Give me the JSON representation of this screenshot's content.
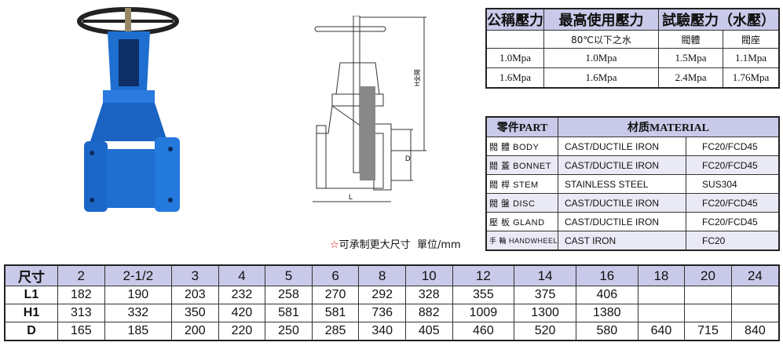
{
  "pressure_table": {
    "headers": [
      "公稱壓力",
      "最高使用壓力",
      "試驗壓力（水壓）"
    ],
    "subheaders": [
      "80℃以下之水",
      "閥體",
      "閥座"
    ],
    "rows": [
      [
        "1.0Mpa",
        "1.0Mpa",
        "1.5Mpa",
        "1.1Mpa"
      ],
      [
        "1.6Mpa",
        "1.6Mpa",
        "2.4Mpa",
        "1.76Mpa"
      ]
    ]
  },
  "material_table": {
    "headers": [
      "零件PART",
      "材质MATERIAL"
    ],
    "rows": [
      [
        "閥 體 BODY",
        "CAST/DUCTILE IRON",
        "FC20/FCD45"
      ],
      [
        "閥 蓋 BONNET",
        "CAST/DUCTILE IRON",
        "FC20/FCD45"
      ],
      [
        "閥 桿 STEM",
        "STAINLESS STEEL",
        "SUS304"
      ],
      [
        "閥 盤 DISC",
        "CAST/DUCTILE IRON",
        "FC20/FCD45"
      ],
      [
        "壓 板 GLAND",
        "CAST/DUCTILE IRON",
        "FC20/FCD45"
      ],
      [
        "手 輪 HANDWHEEL",
        "CAST IRON",
        "FC20"
      ]
    ]
  },
  "note": {
    "star": "☆",
    "text": "可承制更大尺寸",
    "unit": "單位/mm"
  },
  "drawing": {
    "h_label": "H全開",
    "d_label": "D",
    "l_label": "L"
  },
  "dimension_table": {
    "header": [
      "尺寸",
      "2",
      "2-1/2",
      "3",
      "4",
      "5",
      "6",
      "8",
      "10",
      "12",
      "14",
      "16",
      "18",
      "20",
      "24"
    ],
    "rows": [
      [
        "L1",
        "182",
        "190",
        "203",
        "232",
        "258",
        "270",
        "292",
        "328",
        "355",
        "375",
        "406",
        "",
        "",
        ""
      ],
      [
        "H1",
        "313",
        "332",
        "350",
        "420",
        "581",
        "581",
        "736",
        "882",
        "1009",
        "1300",
        "1380",
        "",
        "",
        ""
      ],
      [
        "D",
        "165",
        "185",
        "200",
        "220",
        "250",
        "285",
        "340",
        "405",
        "460",
        "520",
        "580",
        "640",
        "715",
        "840"
      ]
    ]
  },
  "colors": {
    "header_fill": "#c9c9e9",
    "valve_blue": "#1e6fd0",
    "star": "#dd0000"
  }
}
